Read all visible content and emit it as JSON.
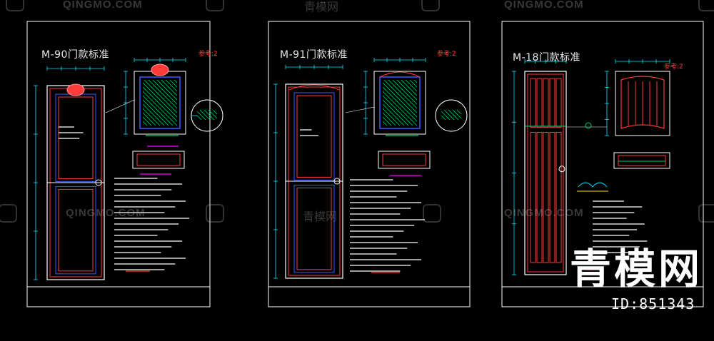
{
  "watermark": {
    "latin": "QINGMO.COM",
    "chinese": "青模网"
  },
  "sheets": [
    {
      "title": "M-90门款标准",
      "tag": "参考:2"
    },
    {
      "title": "M-91门款标准",
      "tag": "参考:2"
    },
    {
      "title": "M-18门款标准",
      "tag": "参考:2"
    }
  ],
  "brand": {
    "text": "青模网",
    "id": "ID:851343"
  },
  "colors": {
    "background": "#000000",
    "frame": "#ffffff",
    "door_outline": "#ff3b3b",
    "panel": "#3a5bff",
    "glass_hatch": "#00d070",
    "dimension": "#00e5ff",
    "annotation": "#ffffff",
    "magenta": "#ff00ff",
    "yellow": "#ffe000"
  }
}
